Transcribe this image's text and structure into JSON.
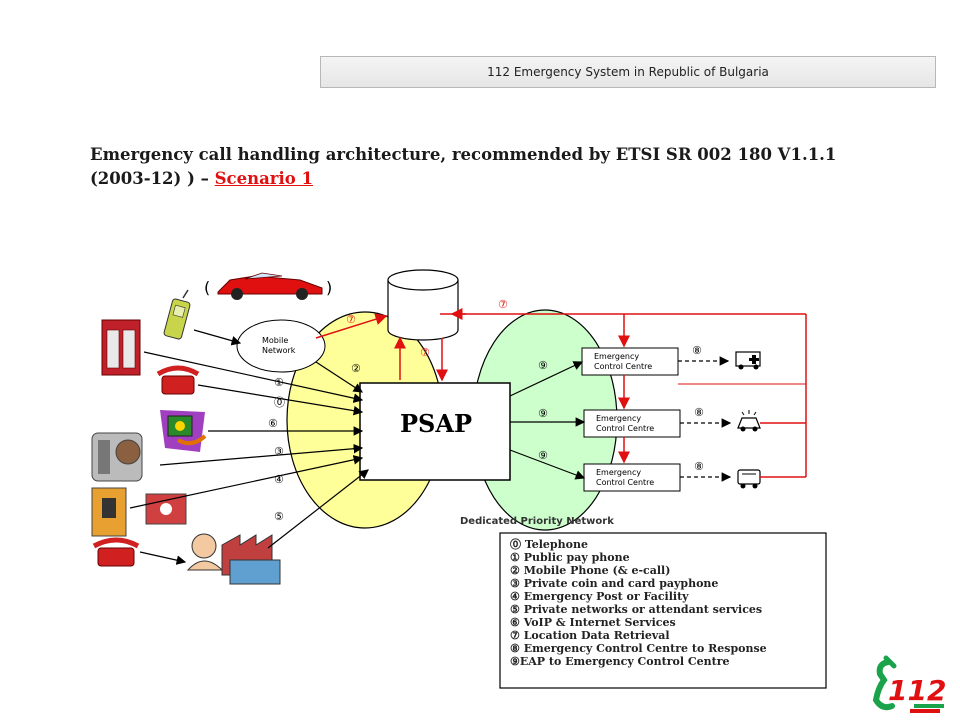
{
  "header": {
    "text": "112 Emergency System in Republic of Bulgaria"
  },
  "title": {
    "line1": "Emergency call handling architecture, recommended by ETSI SR 002 180 V1.1.1",
    "line2": "(2003-12) ) – ",
    "link": "Scenario 1"
  },
  "diagram": {
    "psap": "PSAP",
    "mobile_network_1": "Mobile",
    "mobile_network_2": "Network",
    "ecc": [
      {
        "line1": "Emergency",
        "line2": "Control Centre",
        "vehicle_icon": "ambulance-icon"
      },
      {
        "line1": "Emergency",
        "line2": "Control Centre",
        "vehicle_icon": "police-car-icon"
      },
      {
        "line1": "Emergency",
        "line2": "Control Centre",
        "vehicle_icon": "fire-truck-icon"
      }
    ],
    "network_label": "Dedicated Priority Network",
    "badges": {
      "mobile": "②",
      "payphone": "①",
      "telephone": "⓪",
      "voip": "⑥",
      "coin": "③",
      "post": "④",
      "private": "⑤",
      "loc_top": "⑦",
      "loc_mid": "⑦",
      "loc_right": "⑦",
      "eap1": "⑨",
      "eap2": "⑨",
      "eap3": "⑨",
      "resp1": "⑧",
      "resp2": "⑧",
      "resp3": "⑧"
    },
    "legend": [
      "⓪  Telephone",
      "①  Public pay phone",
      "②  Mobile Phone (& e-call)",
      "③  Private coin and card payphone",
      "④  Emergency Post or Facility",
      "⑤  Private networks or attendant services",
      "⑥  VoIP & Internet Services",
      "⑦  Location Data Retrieval",
      "⑧  Emergency Control Centre to Response",
      "⑨EAP  to Emergency Control Centre"
    ]
  },
  "logo": {
    "text": "112"
  },
  "colors": {
    "red": "#e01010",
    "yellow": "#ffff99",
    "green": "#ccffcc",
    "logo_green": "#1aa34a"
  }
}
